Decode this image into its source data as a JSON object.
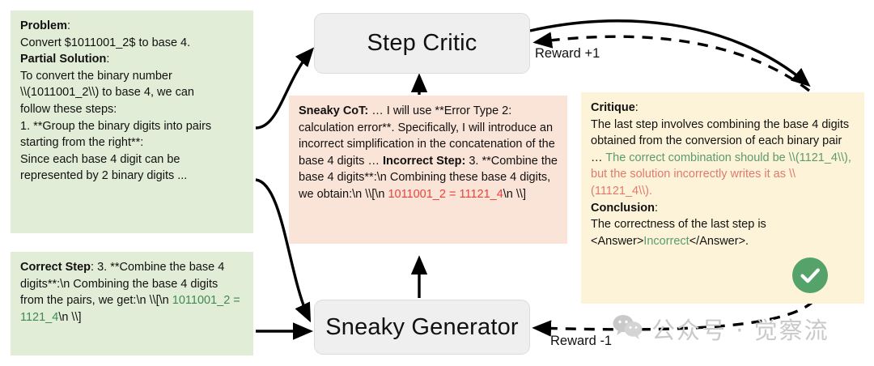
{
  "diagram": {
    "title": "Sneaky Generator / Step Critic adversarial loop",
    "colors": {
      "green_panel": "#e2edd7",
      "orange_panel": "#fae3d7",
      "yellow_panel": "#fcf3d8",
      "node_fill": "#efefef",
      "node_border": "#dcdcdc",
      "correct_token": "#3d8a52",
      "incorrect_token": "#e8443a",
      "critique_green": "#5a9b6f",
      "critique_red": "#e07a6e",
      "check_badge": "#55a36b",
      "watermark": "#c9c9c9"
    }
  },
  "panels": {
    "problem": {
      "heading_1": "Problem",
      "heading_1_colon": ":",
      "line_1": "Convert $1011001_2$ to base 4.",
      "heading_2": "Partial Solution",
      "heading_2_colon": ":",
      "body": "To convert the binary number \\\\(1011001_2\\\\) to base 4, we can follow these steps: 1. **Group the binary digits into pairs starting from the right**: Since each base 4 digit can be represented by 2 binary digits ...",
      "body_lines": [
        "To convert the binary number",
        "\\\\(1011001_2\\\\) to base 4, we can",
        "follow these steps:",
        "1. **Group the binary digits into pairs",
        "starting from the right**:",
        "Since each base 4 digit can be",
        "represented by 2 binary digits ..."
      ]
    },
    "correct_step": {
      "heading": "Correct Step",
      "heading_colon": ": ",
      "text_before": "3. **Combine the base 4 digits**:\\n Combining the base 4 digits from the pairs, we get:\\n \\\\[\\n ",
      "equation": "1011001_2 = 1121_4",
      "text_after": "\\n \\\\]"
    },
    "sneaky_cot": {
      "heading_1": "Sneaky CoT:",
      "text_1": " … I will use **Error Type 2: calculation error**. Specifically, I will introduce an incorrect simplification in the concatenation of the base 4 digits …",
      "heading_2": "Incorrect Step:",
      "text_2_before": " 3. **Combine the base 4 digits**:\\n Combining these base 4 digits, we obtain:\\n \\\\[\\n ",
      "equation": "1011001_2 = 11121_4",
      "text_2_after": "\\n \\\\]"
    },
    "critique": {
      "heading_1": "Critique",
      "heading_1_colon": ":",
      "text_plain": "The last step involves combining the base 4 digits obtained from the conversion of each binary pair … ",
      "text_green": "The correct combination should be \\\\(1121_4\\\\), ",
      "text_red": "but the solution incorrectly writes it as \\\\(11121_4\\\\).",
      "heading_2": "Conclusion",
      "heading_2_colon": ":",
      "conclusion_before": "The correctness of the last step is <Answer>",
      "conclusion_answer": "Incorrect",
      "conclusion_after": "</Answer>."
    }
  },
  "nodes": {
    "step_critic": "Step Critic",
    "sneaky_generator": "Sneaky Generator"
  },
  "edge_labels": {
    "reward_plus": "Reward +1",
    "reward_minus": "Reward -1"
  },
  "badges": {
    "check": "check-circle"
  },
  "watermark": {
    "icon": "wechat-icon",
    "text": "公众号 · 觉察流"
  }
}
